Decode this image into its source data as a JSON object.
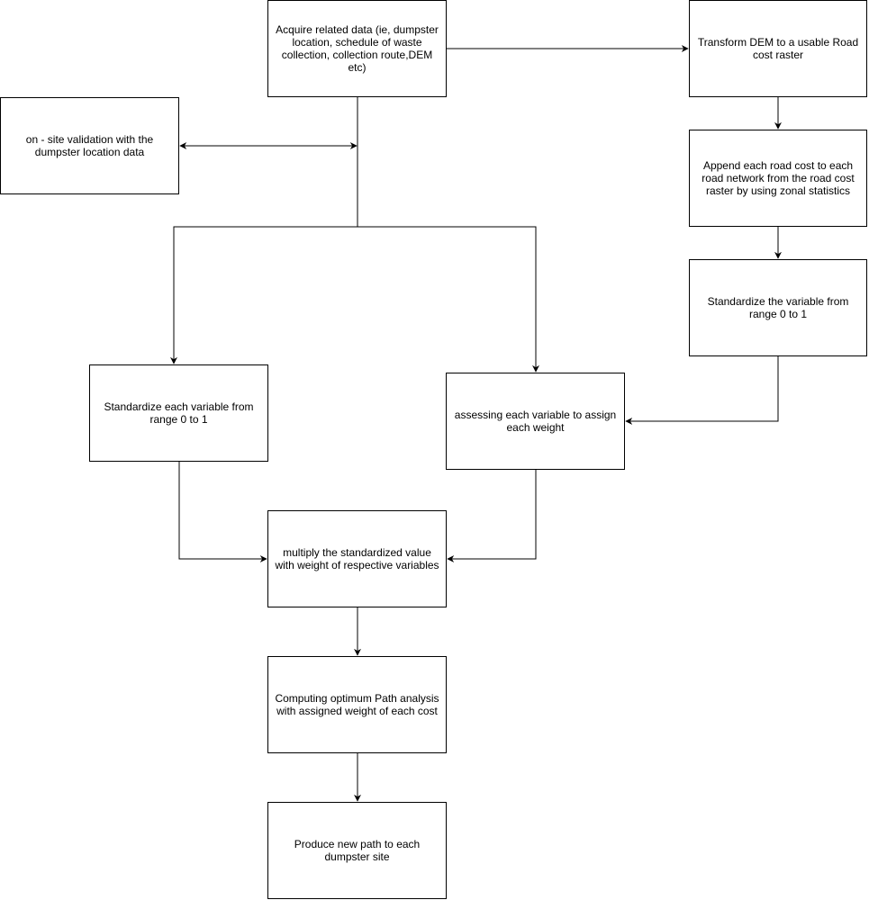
{
  "diagram": {
    "nodes": [
      {
        "id": "acquire",
        "text": "Acquire related data (ie, dumpster location, schedule of waste collection, collection route,DEM etc)"
      },
      {
        "id": "transform",
        "text": "Transform DEM to a usable Road cost raster"
      },
      {
        "id": "validation",
        "text": "on - site validation with the dumpster location data"
      },
      {
        "id": "append",
        "text": "Append each road cost to each road network from the road cost raster by using zonal statistics"
      },
      {
        "id": "stdvar",
        "text": "Standardize the variable from range 0 to 1"
      },
      {
        "id": "stdeach",
        "text": "Standardize each variable from range 0 to 1"
      },
      {
        "id": "assess",
        "text": "assessing each variable to assign each weight"
      },
      {
        "id": "multiply",
        "text": "multiply the standardized value with weight of respective variables"
      },
      {
        "id": "compute",
        "text": "Computing optimum Path analysis with assigned weight of each cost"
      },
      {
        "id": "produce",
        "text": "Produce new path to each dumpster site"
      }
    ],
    "edges": [
      {
        "from": "acquire",
        "to": "transform"
      },
      {
        "from": "acquire",
        "to": "validation",
        "bidirectional": true
      },
      {
        "from": "acquire",
        "to": "stdeach"
      },
      {
        "from": "acquire",
        "to": "assess"
      },
      {
        "from": "transform",
        "to": "append"
      },
      {
        "from": "append",
        "to": "stdvar"
      },
      {
        "from": "stdvar",
        "to": "assess"
      },
      {
        "from": "stdeach",
        "to": "multiply"
      },
      {
        "from": "assess",
        "to": "multiply"
      },
      {
        "from": "multiply",
        "to": "compute"
      },
      {
        "from": "compute",
        "to": "produce"
      }
    ],
    "stroke_color": "#000000",
    "fill_color": "#ffffff"
  }
}
